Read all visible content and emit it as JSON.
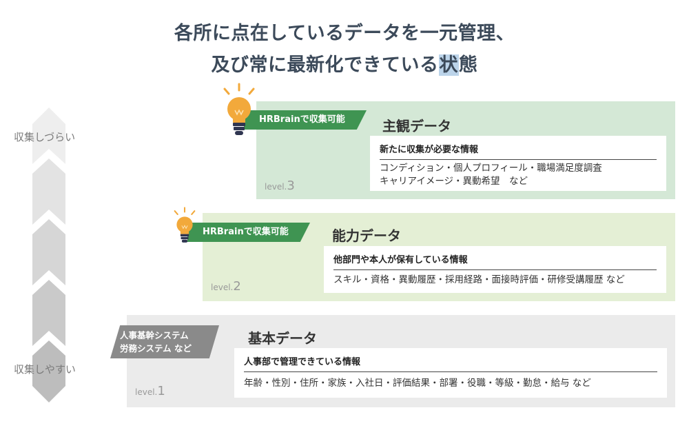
{
  "title": {
    "line1": "各所に点在しているデータを一元管理、",
    "line2_pre": "及び常に最新化できている",
    "line2_hl": "状",
    "line2_post": "態"
  },
  "axis": {
    "top_label": "収集しづらい",
    "bottom_label": "収集しやすい"
  },
  "levels": [
    {
      "level_prefix": "level.",
      "level_num": "3",
      "badge": "HRBrainで収集可能",
      "title": "主観データ",
      "card_head": "新たに収集が必要な情報",
      "card_lines": [
        "コンディション・個人プロフィール・職場満足度調査",
        "キャリアイメージ・異動希望　など"
      ]
    },
    {
      "level_prefix": "level.",
      "level_num": "2",
      "badge": "HRBrainで収集可能",
      "title": "能力データ",
      "card_head": "他部門や本人が保有している情報",
      "card_lines": [
        "スキル・資格・異動履歴・採用経路・面接時評価・研修受講履歴 など"
      ]
    },
    {
      "level_prefix": "level.",
      "level_num": "1",
      "badge_lines": [
        "人事基幹システム",
        "労務システム など"
      ],
      "title": "基本データ",
      "card_head": "人事部で管理できている情報",
      "card_lines": [
        "年齢・性別・住所・家族・入社日・評価結果・部署・役職・等級・勤怠・給与 など"
      ]
    }
  ],
  "colors": {
    "level3_bg": "#d4e8d6",
    "level2_bg": "#e4efd5",
    "level1_bg": "#ebebeb",
    "badge_green": "#3f9452",
    "badge_gray": "#8a8a8a",
    "title_text": "#3c4a5a",
    "bulb": "#f2a93b"
  }
}
